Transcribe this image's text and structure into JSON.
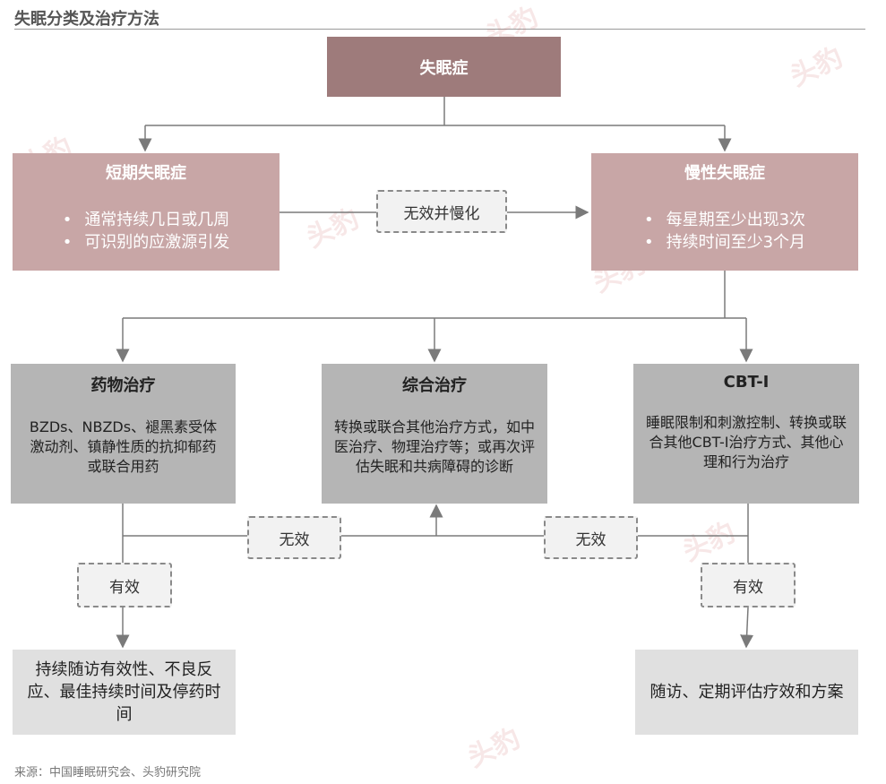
{
  "title": "失眠分类及治疗方法",
  "root": "失眠症",
  "short_term": {
    "heading": "短期失眠症",
    "bullets": [
      "通常持续几日或几周",
      "可识别的应激源引发"
    ]
  },
  "chronic": {
    "heading": "慢性失眠症",
    "bullets": [
      "每星期至少出现3次",
      "持续时间至少3个月"
    ]
  },
  "transition_label": "无效并慢化",
  "treatments": [
    {
      "heading": "药物治疗",
      "desc": "BZDs、NBZDs、褪黑素受体激动剂、镇静性质的抗抑郁药或联合用药"
    },
    {
      "heading": "综合治疗",
      "desc": "转换或联合其他治疗方式，如中医治疗、物理治疗等；或再次评估失眠和共病障碍的诊断"
    },
    {
      "heading": "CBT-I",
      "desc": "睡眠限制和刺激控制、转换或联合其他CBT-I治疗方式、其他心理和行为治疗"
    }
  ],
  "ineffective_left": "无效",
  "ineffective_right": "无效",
  "effective_left": "有效",
  "effective_right": "有效",
  "outcome_left": "持续随访有效性、不良反应、最佳持续时间及停药时间",
  "outcome_right": "随访、定期评估疗效和方案",
  "source": "来源：中国睡眠研究会、头豹研究院",
  "watermark": "头豹",
  "colors": {
    "root": "#9e7b7b",
    "pink": "#c8a6a6",
    "grey": "#b5b5b5"
  }
}
